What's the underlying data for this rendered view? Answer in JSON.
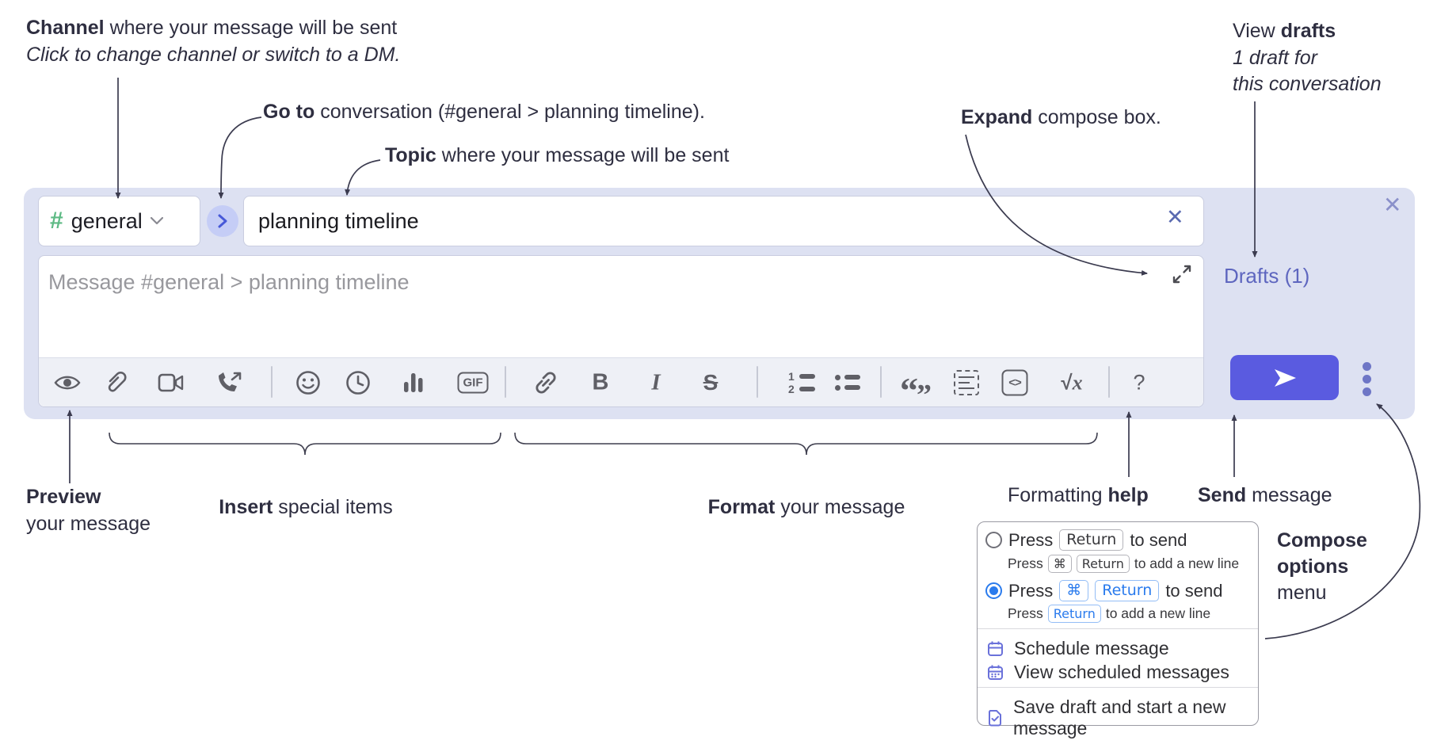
{
  "annotations": {
    "channel": {
      "bold": "Channel",
      "rest": " where your message will be sent",
      "line2": "Click to change channel or switch to a DM."
    },
    "goto": {
      "bold": "Go to",
      "rest": " conversation (#general > planning timeline)."
    },
    "topic": {
      "bold": "Topic",
      "rest": " where your message will be sent"
    },
    "view_drafts": {
      "pre": "View ",
      "bold": "drafts",
      "line2": "1 draft for",
      "line3": "this conversation"
    },
    "expand": {
      "bold": "Expand",
      "rest": " compose box."
    },
    "preview": {
      "bold": "Preview",
      "line2": "your message"
    },
    "insert": {
      "bold": "Insert",
      "rest": " special items"
    },
    "format": {
      "bold": "Format",
      "rest": " your message"
    },
    "formatting_help": {
      "pre": "Formatting ",
      "bold": "help"
    },
    "send": {
      "bold": "Send",
      "rest": " message"
    },
    "compose_options": {
      "bold1": "Compose",
      "bold2": "options",
      "line3": "menu"
    }
  },
  "compose": {
    "channel_name": "general",
    "topic_value": "planning timeline",
    "message_placeholder": "Message #general > planning timeline",
    "drafts_link": "Drafts (1)",
    "close_icon": "✕",
    "clear_icon": "✕",
    "toolbar": {
      "icons": [
        "preview-eye",
        "attach-paperclip",
        "start-video-call",
        "start-voice-call",
        "add-emoji",
        "add-global-time",
        "add-poll",
        "add-gif",
        "link",
        "bold",
        "italic",
        "strikethrough",
        "numbered-list",
        "bulleted-list",
        "quote",
        "spoiler",
        "code",
        "math",
        "message-formatting-help"
      ],
      "bold_label": "B",
      "italic_label": "I",
      "strike_label": "S",
      "gif_label": "GIF",
      "code_label": "<>",
      "math_sqrt": "√",
      "math_x": "x",
      "help_label": "?",
      "ol_1": "1",
      "ol_2": "2",
      "quote_open": "“",
      "quote_close": "”"
    }
  },
  "compose_menu": {
    "options": [
      {
        "selected": false,
        "main": {
          "t1": "Press",
          "k1": "Return",
          "t2": "to send"
        },
        "sub": {
          "t1": "Press",
          "k1": "⌘",
          "k2": "Return",
          "t2": "to add a new line"
        }
      },
      {
        "selected": true,
        "main": {
          "t1": "Press",
          "k1": "⌘",
          "k2": "Return",
          "t2": "to send"
        },
        "sub": {
          "t1": "Press",
          "k1": "Return",
          "t2": "to add a new line"
        }
      }
    ],
    "items": [
      {
        "label": "Schedule message"
      },
      {
        "label": "View scheduled messages"
      },
      {
        "label": "Save draft and start a new message"
      }
    ]
  },
  "colors": {
    "compose_bg": "#dde1f2",
    "send_button": "#5a5be0",
    "hash_green": "#5dba84",
    "dm_circle_bg": "#c5cdf6",
    "drafts_link": "#5e66bf",
    "selected_radio_blue": "#2a7bed",
    "menu_icon_purple": "#6a71da",
    "annotation_text": "#2e2e40",
    "toolbar_bg": "#eef0f6"
  }
}
